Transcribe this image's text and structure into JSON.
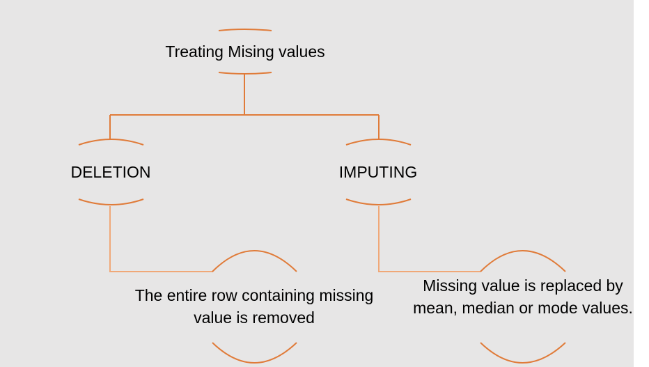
{
  "diagram": {
    "root": {
      "label": "Treating Mising values"
    },
    "branches": [
      {
        "label": "DELETION",
        "detail": "The entire row containing missing value  is removed"
      },
      {
        "label": "IMPUTING",
        "detail": "Missing value is replaced by mean, median or mode values."
      }
    ]
  },
  "colors": {
    "background": "#e7e6e6",
    "connector_dark": "#e07b39",
    "connector_light": "#f0a878",
    "text": "#000000"
  }
}
